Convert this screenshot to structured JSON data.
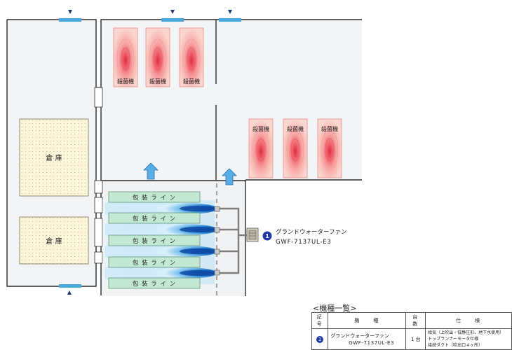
{
  "rooms": {
    "warehouse_labels": [
      "倉 庫",
      "倉 庫"
    ],
    "sterilizer_label": "殺菌機",
    "packaging_line_label": "包 装 ラ イ ン",
    "sterilizer_count_top": 3,
    "sterilizer_count_right": 3,
    "packaging_line_count": 5
  },
  "equipment": {
    "badge_number": "1",
    "name": "グランドウォーターファン",
    "model": "GWF-7137UL-E3"
  },
  "legend": {
    "title": "<機種一覧>",
    "headers": {
      "symbol": "記 号",
      "model": "機　　種",
      "qty": "台 数",
      "spec": "仕　　様"
    },
    "row": {
      "symbol": "1",
      "name": "グランドウォーターファン",
      "model": "GWF-7137UL-E3",
      "qty": "1 台",
      "spec": [
        "給気（上吹出・低静圧形、地下水使用）",
        "トップランナーモータ仕様",
        "接続ダクト（吹出口４ヶ所）"
      ]
    }
  },
  "colors": {
    "wall": "#2a2a2a",
    "floor": "#f3f4f6",
    "warehouse_fill": "#fbf5d9",
    "line_fill": "#bfe8cf",
    "heat_outer": "#f6c0b8",
    "heat_core": "#e83a4c",
    "airflow_dark": "#1566c0",
    "airflow_light": "#bfe3f7",
    "door_blue": "#4aa8dc",
    "badge_blue": "#1e3aa8"
  }
}
